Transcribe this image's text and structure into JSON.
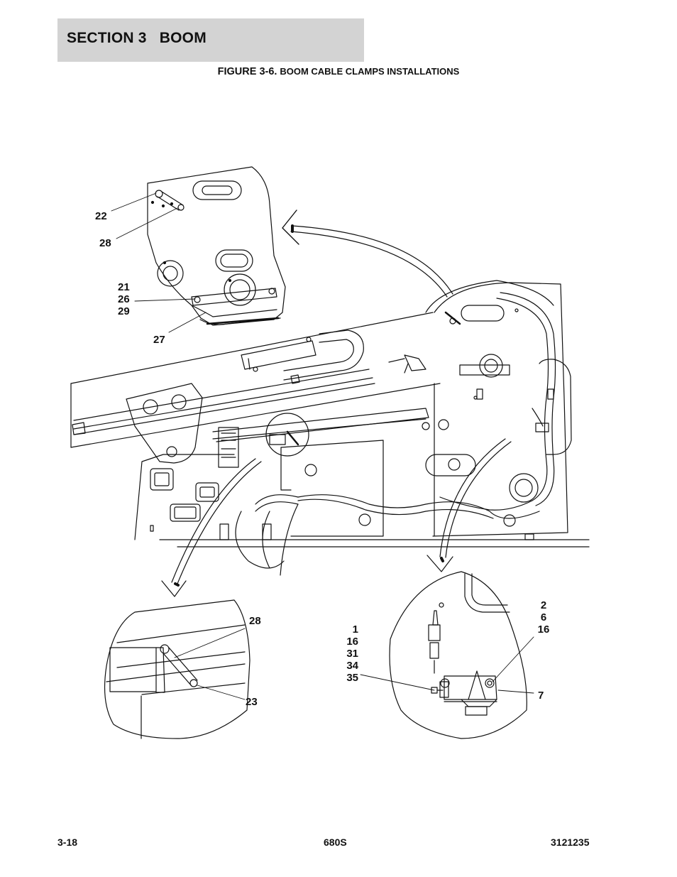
{
  "header": {
    "section_title": "SECTION 3   BOOM"
  },
  "figure": {
    "number": "FIGURE 3-6.",
    "title": "BOOM CABLE CLAMPS INSTALLATIONS"
  },
  "callouts": {
    "top_detail": {
      "c22": "22",
      "c28": "28",
      "c21_group": [
        "21",
        "26",
        "29"
      ],
      "c27": "27"
    },
    "left_detail": {
      "c28": "28",
      "c23": "23"
    },
    "right_detail": {
      "group_a": [
        "1",
        "16",
        "31",
        "34",
        "35"
      ],
      "group_b": [
        "2",
        "6",
        "16"
      ],
      "c7": "7"
    }
  },
  "footer": {
    "page_number": "3-18",
    "model": "680S",
    "doc_number": "3121235"
  }
}
